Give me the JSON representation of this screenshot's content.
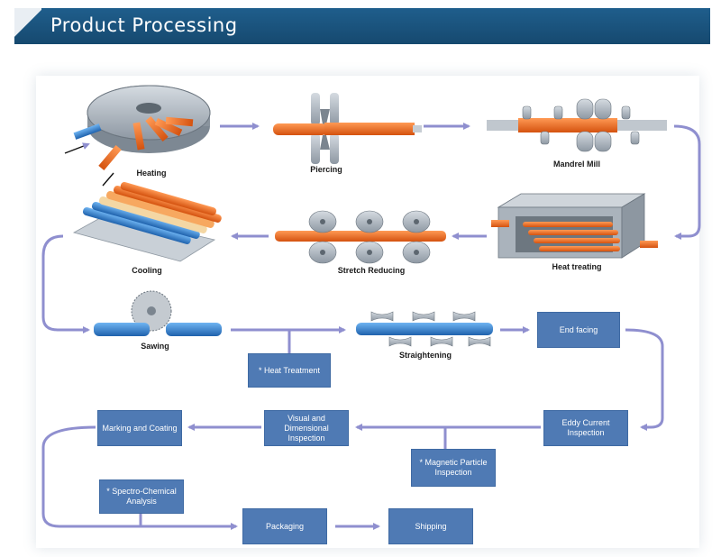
{
  "header": {
    "title": "Product Processing"
  },
  "stages": {
    "heating": "Heating",
    "piercing": "Piercing",
    "mandrel_mill": "Mandrel Mill",
    "heat_treating": "Heat treating",
    "stretch_reducing": "Stretch Reducing",
    "cooling": "Cooling",
    "sawing": "Sawing",
    "straightening": "Straightening"
  },
  "boxes": {
    "end_facing": "End facing",
    "heat_treatment": "* Heat Treatment",
    "eddy_current": "Eddy Current Inspection",
    "visual_dimensional": "Visual and Dimensional Inspection",
    "marking_coating": "Marking and Coating",
    "magnetic_particle": "* Magnetic Particle Inspection",
    "spectro_chemical": "* Spectro-Chemical Analysis",
    "packaging": "Packaging",
    "shipping": "Shipping"
  },
  "colors": {
    "header": "#1f5e8c",
    "box": "#4f7ab4",
    "arrow": "#8f8fcf",
    "pipe_orange": "#e8641f",
    "pipe_blue": "#2f7fd0",
    "machine_gray": "#9aa4ae"
  }
}
